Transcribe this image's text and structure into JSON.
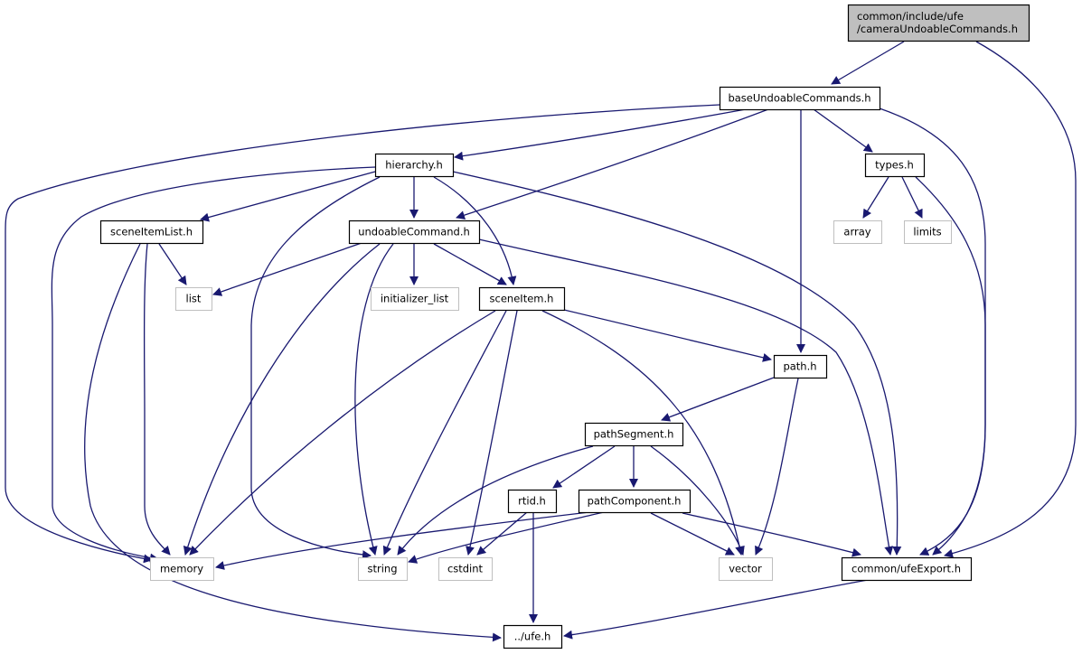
{
  "diagram": {
    "type": "include-dependency-graph",
    "colors": {
      "edge": "#191970",
      "root_fill": "#bfbfbf",
      "root_border": "#000000",
      "documented_border": "#000000",
      "external_border": "#bfbfbf",
      "node_fill": "#ffffff"
    },
    "nodes": [
      {
        "id": "root",
        "lines": [
          "common/include/ufe",
          "/cameraUndoableCommands.h"
        ],
        "kind": "root"
      },
      {
        "id": "baseUndoableCommands",
        "lines": [
          "baseUndoableCommands.h"
        ],
        "kind": "documented"
      },
      {
        "id": "hierarchy",
        "lines": [
          "hierarchy.h"
        ],
        "kind": "documented"
      },
      {
        "id": "types",
        "lines": [
          "types.h"
        ],
        "kind": "documented"
      },
      {
        "id": "sceneItemList",
        "lines": [
          "sceneItemList.h"
        ],
        "kind": "documented"
      },
      {
        "id": "undoableCommand",
        "lines": [
          "undoableCommand.h"
        ],
        "kind": "documented"
      },
      {
        "id": "array",
        "lines": [
          "array"
        ],
        "kind": "external"
      },
      {
        "id": "limits",
        "lines": [
          "limits"
        ],
        "kind": "external"
      },
      {
        "id": "list",
        "lines": [
          "list"
        ],
        "kind": "external"
      },
      {
        "id": "initializer_list",
        "lines": [
          "initializer_list"
        ],
        "kind": "external"
      },
      {
        "id": "sceneItem",
        "lines": [
          "sceneItem.h"
        ],
        "kind": "documented"
      },
      {
        "id": "path",
        "lines": [
          "path.h"
        ],
        "kind": "documented"
      },
      {
        "id": "pathSegment",
        "lines": [
          "pathSegment.h"
        ],
        "kind": "documented"
      },
      {
        "id": "rtid",
        "lines": [
          "rtid.h"
        ],
        "kind": "documented"
      },
      {
        "id": "pathComponent",
        "lines": [
          "pathComponent.h"
        ],
        "kind": "documented"
      },
      {
        "id": "memory",
        "lines": [
          "memory"
        ],
        "kind": "external"
      },
      {
        "id": "string",
        "lines": [
          "string"
        ],
        "kind": "external"
      },
      {
        "id": "cstdint",
        "lines": [
          "cstdint"
        ],
        "kind": "external"
      },
      {
        "id": "vector",
        "lines": [
          "vector"
        ],
        "kind": "external"
      },
      {
        "id": "ufeExport",
        "lines": [
          "common/ufeExport.h"
        ],
        "kind": "documented"
      },
      {
        "id": "ufe",
        "lines": [
          "../ufe.h"
        ],
        "kind": "documented"
      }
    ],
    "edges": [
      {
        "from": "root",
        "to": "baseUndoableCommands"
      },
      {
        "from": "root",
        "to": "ufeExport"
      },
      {
        "from": "baseUndoableCommands",
        "to": "hierarchy"
      },
      {
        "from": "baseUndoableCommands",
        "to": "types"
      },
      {
        "from": "baseUndoableCommands",
        "to": "undoableCommand"
      },
      {
        "from": "baseUndoableCommands",
        "to": "path"
      },
      {
        "from": "baseUndoableCommands",
        "to": "memory"
      },
      {
        "from": "baseUndoableCommands",
        "to": "ufeExport"
      },
      {
        "from": "hierarchy",
        "to": "sceneItemList"
      },
      {
        "from": "hierarchy",
        "to": "undoableCommand"
      },
      {
        "from": "hierarchy",
        "to": "sceneItem"
      },
      {
        "from": "hierarchy",
        "to": "memory"
      },
      {
        "from": "hierarchy",
        "to": "string"
      },
      {
        "from": "hierarchy",
        "to": "ufeExport"
      },
      {
        "from": "types",
        "to": "array"
      },
      {
        "from": "types",
        "to": "limits"
      },
      {
        "from": "types",
        "to": "ufeExport"
      },
      {
        "from": "sceneItemList",
        "to": "list"
      },
      {
        "from": "sceneItemList",
        "to": "memory"
      },
      {
        "from": "sceneItemList",
        "to": "ufe"
      },
      {
        "from": "undoableCommand",
        "to": "list"
      },
      {
        "from": "undoableCommand",
        "to": "initializer_list"
      },
      {
        "from": "undoableCommand",
        "to": "sceneItem"
      },
      {
        "from": "undoableCommand",
        "to": "memory"
      },
      {
        "from": "undoableCommand",
        "to": "string"
      },
      {
        "from": "undoableCommand",
        "to": "ufeExport"
      },
      {
        "from": "sceneItem",
        "to": "path"
      },
      {
        "from": "sceneItem",
        "to": "memory"
      },
      {
        "from": "sceneItem",
        "to": "string"
      },
      {
        "from": "sceneItem",
        "to": "cstdint"
      },
      {
        "from": "sceneItem",
        "to": "vector"
      },
      {
        "from": "path",
        "to": "pathSegment"
      },
      {
        "from": "path",
        "to": "vector"
      },
      {
        "from": "pathSegment",
        "to": "rtid"
      },
      {
        "from": "pathSegment",
        "to": "pathComponent"
      },
      {
        "from": "pathSegment",
        "to": "string"
      },
      {
        "from": "pathSegment",
        "to": "vector"
      },
      {
        "from": "rtid",
        "to": "cstdint"
      },
      {
        "from": "rtid",
        "to": "ufe"
      },
      {
        "from": "pathComponent",
        "to": "memory"
      },
      {
        "from": "pathComponent",
        "to": "string"
      },
      {
        "from": "pathComponent",
        "to": "vector"
      },
      {
        "from": "pathComponent",
        "to": "ufeExport"
      },
      {
        "from": "ufeExport",
        "to": "ufe"
      }
    ]
  }
}
